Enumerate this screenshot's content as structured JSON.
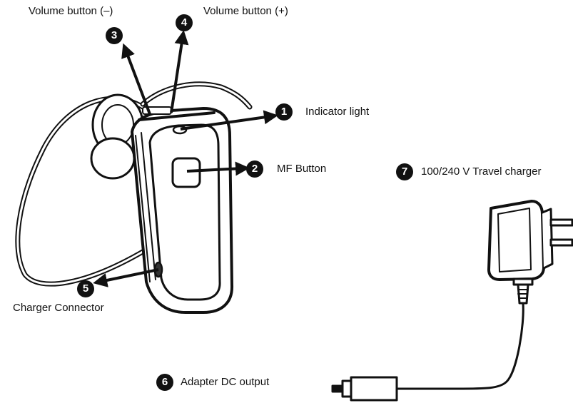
{
  "callouts": [
    {
      "id": "indicator",
      "number": "1",
      "label": "Indicator light"
    },
    {
      "id": "mf",
      "number": "2",
      "label": "MF Button"
    },
    {
      "id": "vol-minus",
      "number": "3",
      "label": "Volume button (–)"
    },
    {
      "id": "vol-plus",
      "number": "4",
      "label": "Volume button (+)"
    },
    {
      "id": "charger-connector",
      "number": "5",
      "label": "Charger Connector"
    },
    {
      "id": "adapter-dc",
      "number": "6",
      "label": "Adapter DC output"
    },
    {
      "id": "travel-charger",
      "number": "7",
      "label": "100/240 V Travel charger"
    }
  ],
  "icons": {
    "headset": "bluetooth-headset-icon",
    "charger": "travel-charger-icon"
  }
}
